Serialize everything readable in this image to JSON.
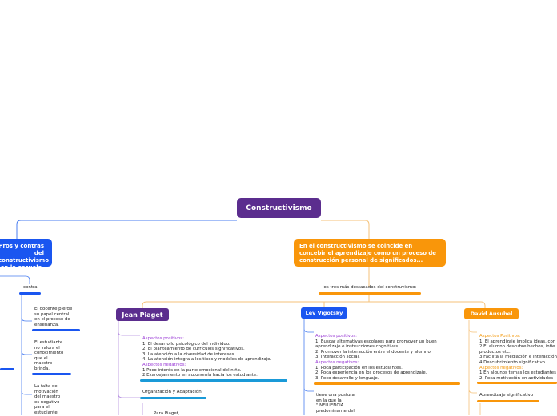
{
  "colors": {
    "central": "#5b2d8e",
    "blue": "#1a56f0",
    "orange": "#f9960a",
    "accent_purple": "#9b3dd6",
    "line_orange": "#f5c27a",
    "line_blue": "#4a7ef0",
    "line_purple": "#b48ee0"
  },
  "central": {
    "label": "Constructivismo"
  },
  "left_branch": {
    "title": "Pros y contras del constructivismo en la escuela.",
    "title_lines": [
      "Pros y contras del",
      "constructivismo",
      "en la escuela."
    ],
    "contra_label": "contra",
    "contra_items": [
      {
        "lines": [
          "El docente pierde",
          "su papel central",
          "en el proceso de",
          "enseñanza."
        ]
      },
      {
        "lines": [
          "El estudiante",
          "no valora el",
          "conocimiento",
          "que el",
          "maestro",
          "brinda."
        ]
      },
      {
        "lines": [
          "La falta de",
          "motivación",
          "del maestro",
          "es negativo",
          "para el",
          "estudiante."
        ]
      }
    ]
  },
  "right_branch": {
    "title": "En el constructivismo se coincide en concebir el aprendizaje como un proceso de construcción personal de significados...",
    "title_lines": [
      "En el constructivismo se coincide en",
      "concebir el aprendizaje como un proceso de",
      "construcción personal de significados..."
    ],
    "sub_label": "los tres más destacados del construvismo:",
    "authors": [
      {
        "name": "Jean Piaget",
        "positive_heading": "Aspectos positivos:",
        "positive_items": [
          "1. El desarrollo psicológico del individuo.",
          "2. El planteamiento de currículos significativos.",
          "3. La atención a la  diversidad de intereses.",
          "4. La atención integra a los tipos y modelos de aprendizaje."
        ],
        "negative_heading": "Aspectos negativos:",
        "negative_items": [
          "1.Poco interés en la parte emocional del niño.",
          "2.Exarcejamiento en autonomía hacia los estudiante."
        ],
        "extra_label": "Organización y Adaptación",
        "extra_note": "Para Piaget,"
      },
      {
        "name": "Lev Vigotsky",
        "positive_heading": "Aspectos positivos:",
        "positive_items": [
          "1. Buscar alternativas escolares para promover un buen",
          "aprendizaje e instrucciones cognitivas.",
          "2. Promover la interacción entre el docente y alumno.",
          "3. Interacción social."
        ],
        "negative_heading": "Aspectos negativos:",
        "negative_items": [
          "1. Poca participación en los estudiantes.",
          "2. Poca experiencia en los procesos de aprendizaje.",
          "3. Poco desarrollo y lenguaje."
        ],
        "extra_lines": [
          "tiene una postura",
          "en la que la",
          "\"INFLUENCIA",
          "predominante del"
        ]
      },
      {
        "name": "David Ausubel",
        "positive_heading": "Aspectos Positivos:",
        "positive_items": [
          "1. El aprendizaje implica ideas, con",
          "2.El alumno descubre hechos, infie",
          "productos etc..",
          "3.Facilita la mediación e interacción",
          "4.Descubrimiento significativo."
        ],
        "negative_heading": "Aspectos negativos:",
        "negative_items": [
          "1.En algunos temas los estudiantes",
          "2. Poca motivación en actividades"
        ],
        "extra_label": "Aprendizaje significativo"
      }
    ]
  }
}
